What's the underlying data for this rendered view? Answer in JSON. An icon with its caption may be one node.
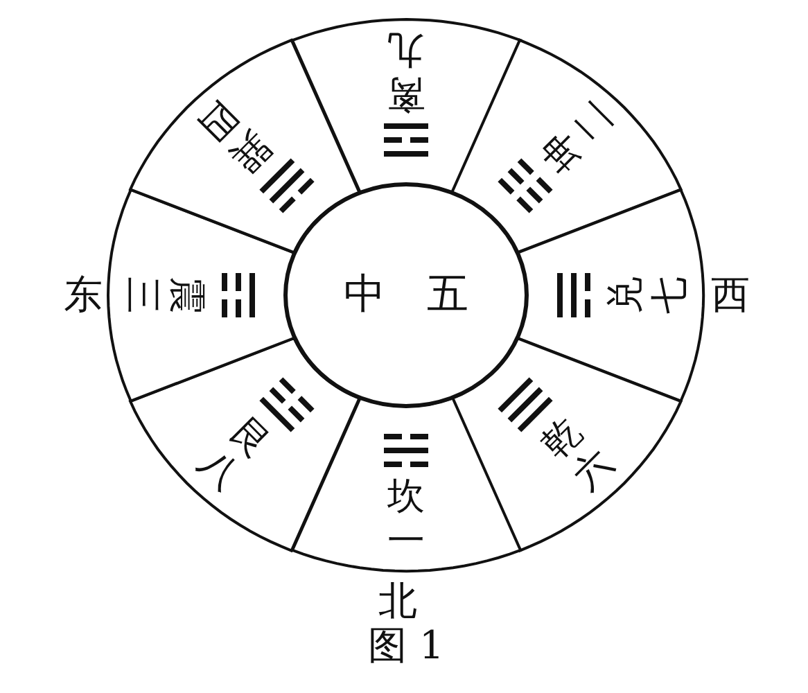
{
  "diagram": {
    "caption": "图 1",
    "nodes": [
      {
        "text": [
          "离九"
        ]
      },
      {
        "text": [
          "坤二"
        ]
      },
      {
        "text": [
          "兑七"
        ]
      },
      {
        "text": [
          "乾六"
        ]
      },
      {
        "text": [
          "坎一"
        ]
      },
      {
        "text": [
          "艮八"
        ]
      },
      {
        "text": [
          "震三"
        ]
      },
      {
        "text": [
          "巽四"
        ]
      },
      {
        "text": [
          "中五"
        ]
      }
    ],
    "labels": [
      "东",
      "西",
      "北"
    ]
  }
}
